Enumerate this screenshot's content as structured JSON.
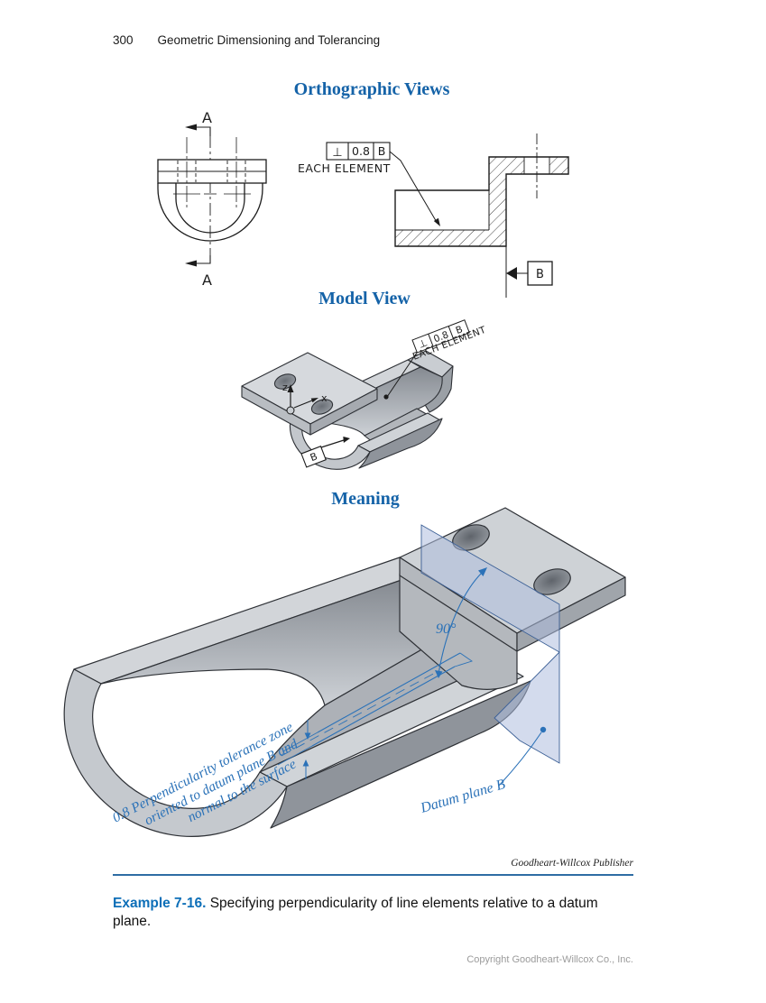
{
  "colors": {
    "heading_blue": "#1563a8",
    "example_blue": "#0d6fb8",
    "annotation_blue": "#2b72b8",
    "datum_plane_blue": "#aebedf",
    "line_black": "#1c1c1c",
    "body_gray": "#c5c9ce"
  },
  "header": {
    "page_number": "300",
    "running_head": "Geometric Dimensioning and Tolerancing"
  },
  "sections": {
    "orthographic_title": "Orthographic Views",
    "model_title": "Model View",
    "meaning_title": "Meaning"
  },
  "orthographic": {
    "section_letter_top": "A",
    "section_letter_bottom": "A",
    "fcf": {
      "symbol": "⊥",
      "tolerance": "0.8",
      "datum": "B"
    },
    "each_element": "EACH ELEMENT",
    "datum_flag": "B"
  },
  "model": {
    "fcf": {
      "symbol": "⊥",
      "tolerance": "0.8",
      "datum": "B"
    },
    "each_element": "EACH ELEMENT",
    "datum_flag": "B",
    "axis_z": "z",
    "axis_x": "x"
  },
  "meaning": {
    "angle_label": "90°",
    "tolerance_note_line1": "0.8 Perpendicularity tolerance zone",
    "tolerance_note_line2": "oriented to datum plane B and",
    "tolerance_note_line3": "normal to the surface",
    "datum_plane_label": "Datum plane B"
  },
  "caption": {
    "publisher_credit": "Goodheart-Willcox Publisher",
    "example_label": "Example 7-16.",
    "example_text": "Specifying perpendicularity of line elements relative to a datum plane."
  },
  "footer": {
    "copyright": "Copyright Goodheart-Willcox Co., Inc."
  }
}
